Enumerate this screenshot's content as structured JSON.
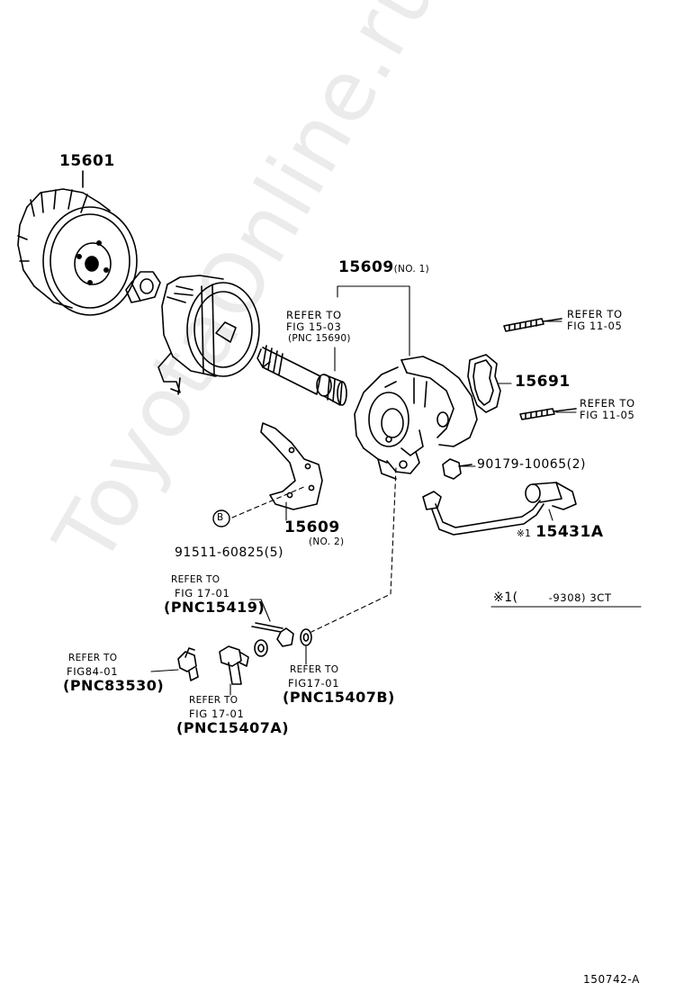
{
  "watermark": "ToyotaOnline.ru",
  "parts": {
    "oil_filter": "15601",
    "bracket_no1_num": "15609",
    "bracket_no1_note": "(NO. 1)",
    "gasket": "15691",
    "bolt": "90179-10065(2)",
    "bracket_no2_num": "15609",
    "bracket_no2_note": "(NO. 2)",
    "stud_bolt": "91511-60825(5)",
    "oil_pipe": "15431A",
    "oil_pipe_mark": "※1"
  },
  "callout_b": "B",
  "refs": {
    "union_bolt_ref": [
      "REFER TO",
      "FIG 15-03",
      "(PNC 15690)"
    ],
    "stud_upper_ref": [
      "REFER TO",
      "FIG 11-05"
    ],
    "stud_lower_ref": [
      "REFER TO",
      "FIG 11-05"
    ],
    "hose_ref": [
      "REFER TO",
      "FIG  17-01",
      "(PNC15419)"
    ],
    "switch_ref": [
      "REFER TO",
      "FIG84-01",
      "(PNC83530)"
    ],
    "bolt_a_ref": [
      "REFER TO",
      "FIG 17-01",
      "(PNC15407A)"
    ],
    "gasket_b_ref": [
      "REFER TO",
      "FIG17-01",
      "(PNC15407B)"
    ]
  },
  "note": {
    "mark": "※1(",
    "range": "-9308) 3CT"
  },
  "diagram_id": "150742-A"
}
